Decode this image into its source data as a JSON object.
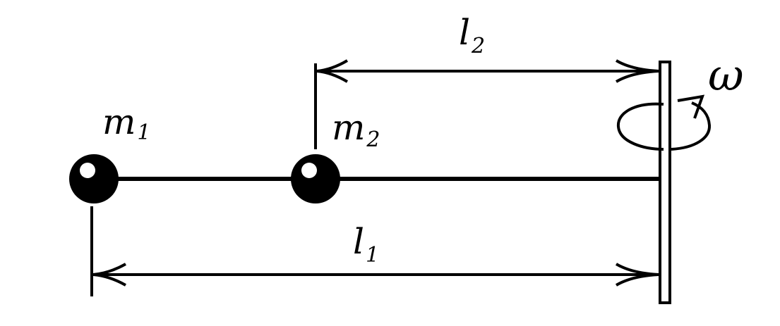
{
  "labels": {
    "m1": {
      "main": "m",
      "sub": "1"
    },
    "m2": {
      "main": "m",
      "sub": "2"
    },
    "l1": {
      "main": "l",
      "sub": "1"
    },
    "l2": {
      "main": "l",
      "sub": "2"
    },
    "omega": "ω"
  },
  "colors": {
    "ink": "#000000",
    "background": "#ffffff"
  }
}
